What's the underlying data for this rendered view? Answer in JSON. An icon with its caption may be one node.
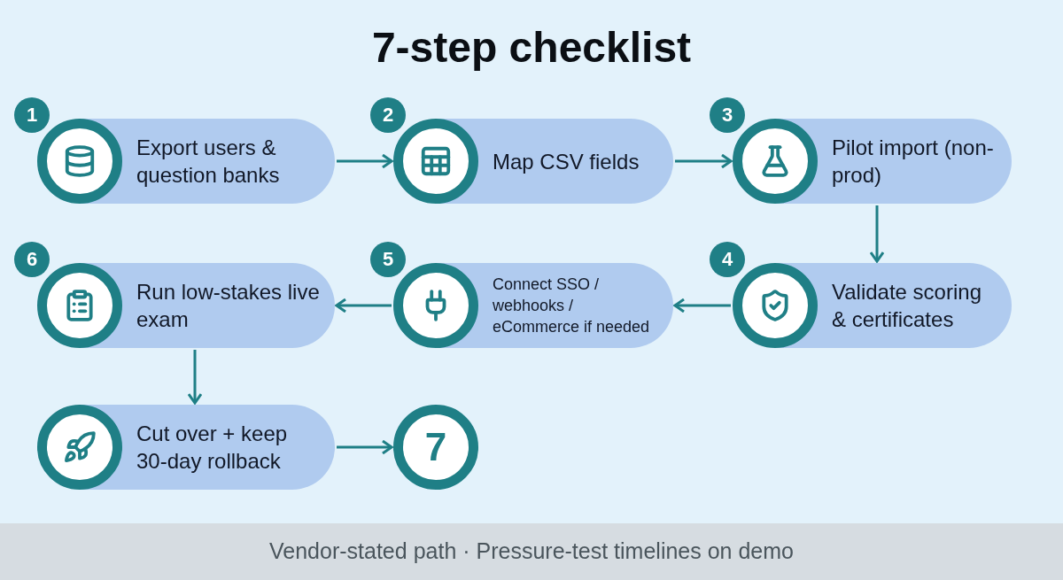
{
  "diagram": {
    "title": "7-step checklist",
    "nodes": [
      {
        "text": [
          "1",
          "Export users & question banks"
        ]
      },
      {
        "text": [
          "2",
          "Map CSV fields"
        ]
      },
      {
        "text": [
          "3",
          "Pilot import (non-prod)"
        ]
      },
      {
        "text": [
          "4",
          "Validate scoring & certificates"
        ]
      },
      {
        "text": [
          "5",
          "Connect SSO / webhooks / eCommerce if needed"
        ]
      },
      {
        "text": [
          "6",
          "Run low-stakes live exam"
        ]
      },
      {
        "text": [
          "Cut over + keep 30-day rollback"
        ]
      },
      {
        "text": [
          "7"
        ]
      }
    ],
    "edges": [
      {
        "from": 0,
        "to": 1,
        "arrow": "to"
      },
      {
        "from": 1,
        "to": 2,
        "arrow": "to"
      },
      {
        "from": 2,
        "to": 3,
        "arrow": "to"
      },
      {
        "from": 3,
        "to": 4,
        "arrow": "to"
      },
      {
        "from": 4,
        "to": 5,
        "arrow": "to"
      },
      {
        "from": 5,
        "to": 6,
        "arrow": "to"
      },
      {
        "from": 6,
        "to": 7,
        "arrow": "to"
      }
    ],
    "caption": "Vendor-stated path · Pressure-test timelines on demo"
  }
}
